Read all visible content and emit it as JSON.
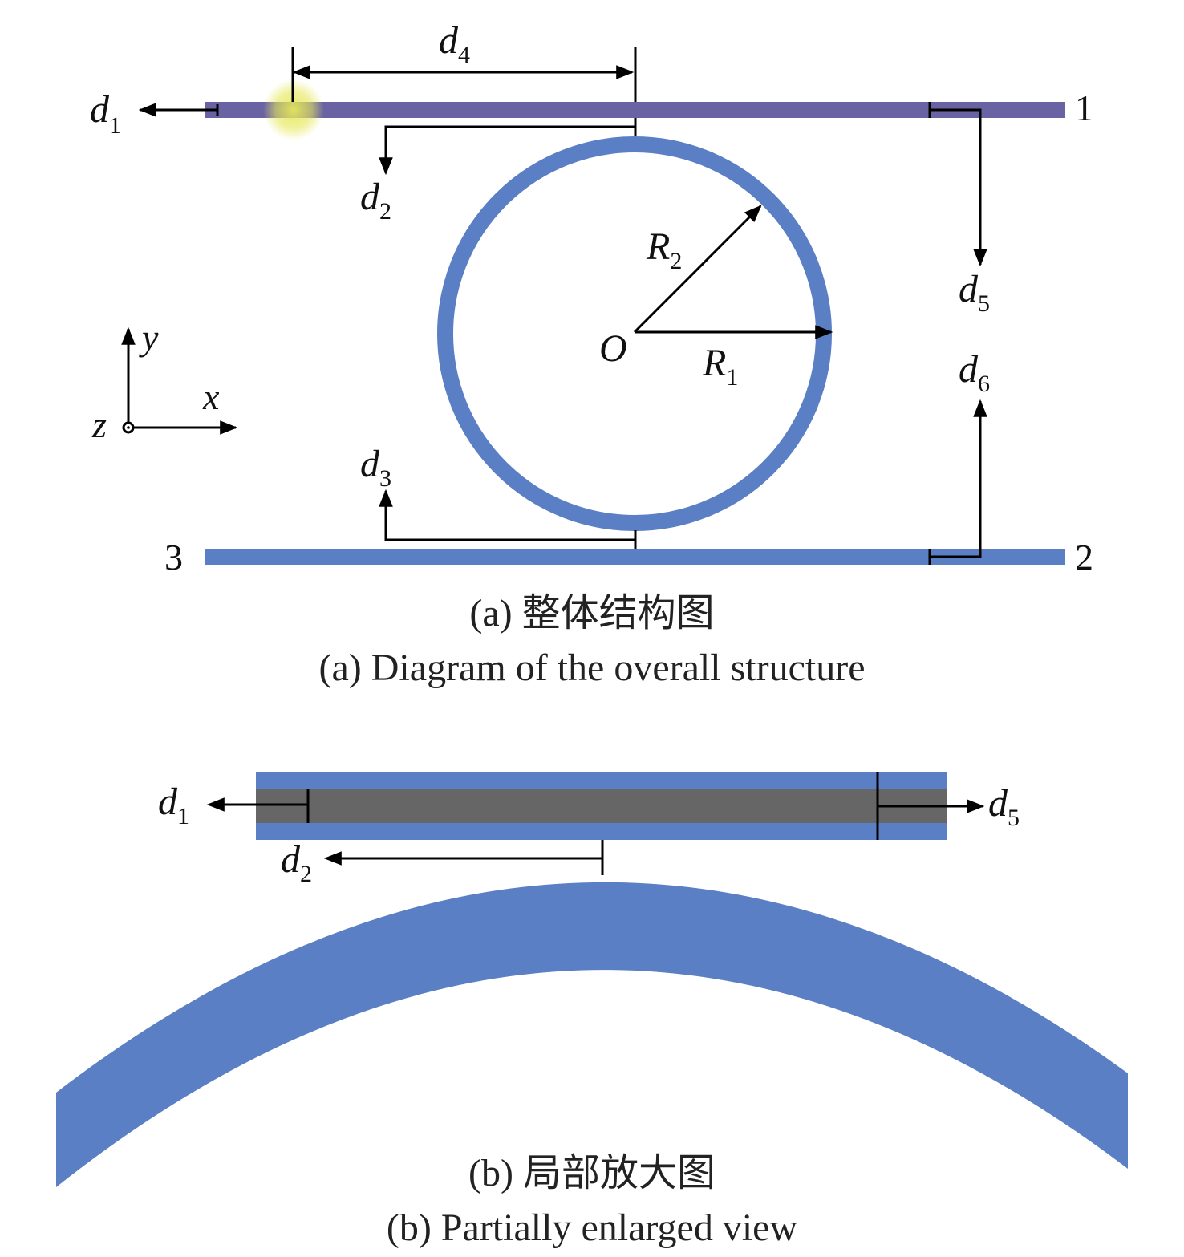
{
  "panel_a": {
    "caption_cn": "(a) 整体结构图",
    "caption_en": "(a) Diagram of the overall structure",
    "labels": {
      "d1": {
        "main": "d",
        "sub": "1"
      },
      "d2": {
        "main": "d",
        "sub": "2"
      },
      "d3": {
        "main": "d",
        "sub": "3"
      },
      "d4": {
        "main": "d",
        "sub": "4"
      },
      "d5": {
        "main": "d",
        "sub": "5"
      },
      "d6": {
        "main": "d",
        "sub": "6"
      },
      "R1": {
        "main": "R",
        "sub": "1"
      },
      "R2": {
        "main": "R",
        "sub": "2"
      },
      "O": "O",
      "port1": "1",
      "port2": "2",
      "port3": "3",
      "axis_x": "x",
      "axis_y": "y",
      "axis_z": "z"
    }
  },
  "panel_b": {
    "caption_cn": "(b) 局部放大图",
    "caption_en": "(b) Partially enlarged view",
    "labels": {
      "d1": {
        "main": "d",
        "sub": "1"
      },
      "d2": {
        "main": "d",
        "sub": "2"
      },
      "d5": {
        "main": "d",
        "sub": "5"
      }
    }
  },
  "colors": {
    "waveguide_blue": "#5b7fc4",
    "upper_waveguide": "#6a63a3",
    "core_gray": "#666666",
    "highlight": "#e6e85a"
  }
}
